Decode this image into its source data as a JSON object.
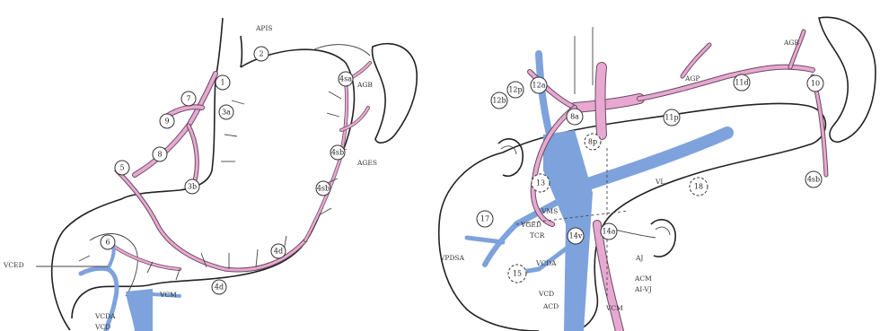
{
  "colors": {
    "artery": "#e7a9d2",
    "vein": "#7ea2dc",
    "outline": "#222222"
  },
  "left": {
    "labels": {
      "apis": "APIS",
      "agb": "AGB",
      "ages": "AGES",
      "vced": "VCED",
      "vcm": "VCM",
      "vcda": "VCDA",
      "vcd": "VCD"
    },
    "nodes": {
      "n1": "1",
      "n2": "2",
      "n3a": "3a",
      "n3b": "3b",
      "n4sa": "4sa",
      "n4sb": "4sb",
      "n4d": "4d",
      "n5": "5",
      "n6": "6",
      "n7": "7",
      "n8": "8",
      "n9": "9"
    }
  },
  "right": {
    "labels": {
      "agb": "AGB",
      "agp": "AGP",
      "vl": "VL",
      "vms": "VMS",
      "vged": "VGED",
      "tcr": "TCR",
      "vpdsa": "VPDSA",
      "vcda": "VCDA",
      "aj": "AJ",
      "acm": "ACM",
      "ai_vj": "AI-VJ",
      "vcd": "VCD",
      "acd": "ACD",
      "vcm": "VCM"
    },
    "nodes": {
      "n12b": "12b",
      "n12p": "12p",
      "n12a": "12a",
      "n8a": "8a",
      "n8p": "8p",
      "n11p": "11p",
      "n11d": "11d",
      "n10": "10",
      "n4sb": "4sb",
      "n13": "13",
      "n18": "18",
      "n17": "17",
      "n14v": "14v",
      "n14a": "14a",
      "n15": "15"
    }
  }
}
